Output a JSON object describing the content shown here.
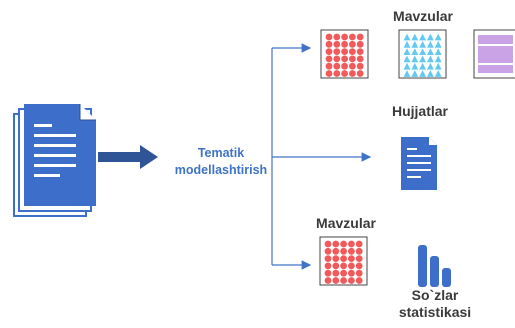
{
  "center_label": [
    "Tematik",
    "modellashtirish"
  ],
  "labels": {
    "topics_top": "Mavzular",
    "documents": "Hujjatlar",
    "topics_bottom": "Mavzular",
    "word_stats": [
      "So`zlar",
      "statistikasi"
    ]
  },
  "colors": {
    "doc_blue": "#3d6ec9",
    "doc_dark": "#2f4f8f",
    "arrow_blue": "#3f74c4",
    "dot_red": "#f05a5a",
    "tri_cyan": "#63c9f0",
    "lilac": "#c9a3e6",
    "bar_blue": "#3d6ec9"
  },
  "icons": {
    "input_docs": "stacked-documents-icon",
    "red_dots": "red-dot-grid-icon",
    "cyan_triangles": "cyan-triangle-grid-icon",
    "purple_panel": "purple-panel-icon",
    "single_doc": "document-icon",
    "bars": "bar-chart-icon"
  }
}
